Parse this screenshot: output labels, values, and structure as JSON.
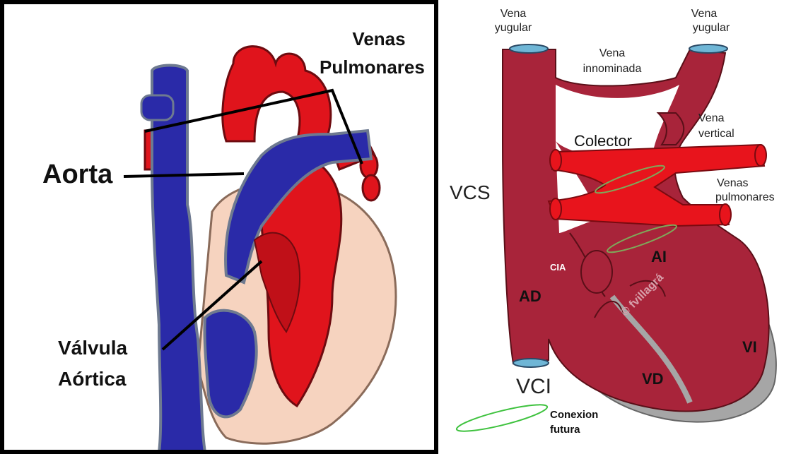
{
  "left_diagram": {
    "labels": {
      "venas_pulmonares_1": "Venas",
      "venas_pulmonares_2": "Pulmonares",
      "aorta": "Aorta",
      "valvula_1": "Válvula",
      "valvula_2": "Aórtica"
    }
  },
  "right_diagram": {
    "labels": {
      "vena_yugular_left_1": "Vena",
      "vena_yugular_left_2": "yugular",
      "vena_yugular_right_1": "Vena",
      "vena_yugular_right_2": "yugular",
      "vena_innominada_1": "Vena",
      "vena_innominada_2": "innominada",
      "vena_vertical_1": "Vena",
      "vena_vertical_2": "vertical",
      "colector": "Colector",
      "venas_pulmonares_1": "Venas",
      "venas_pulmonares_2": "pulmonares",
      "vcs": "VCS",
      "cia": "CIA",
      "ai": "AI",
      "ad": "AD",
      "vi": "VI",
      "vd": "VD",
      "vci": "VCI",
      "conexion_1": "Conexion",
      "conexion_2": "futura",
      "watermark": "© fvillagrá"
    },
    "colors": {
      "heart_dark_red": "#a8243a",
      "vessel_red": "#e8141c",
      "septum_gray": "#a6a6a6",
      "future_connection_green": "#3ec23e"
    }
  }
}
